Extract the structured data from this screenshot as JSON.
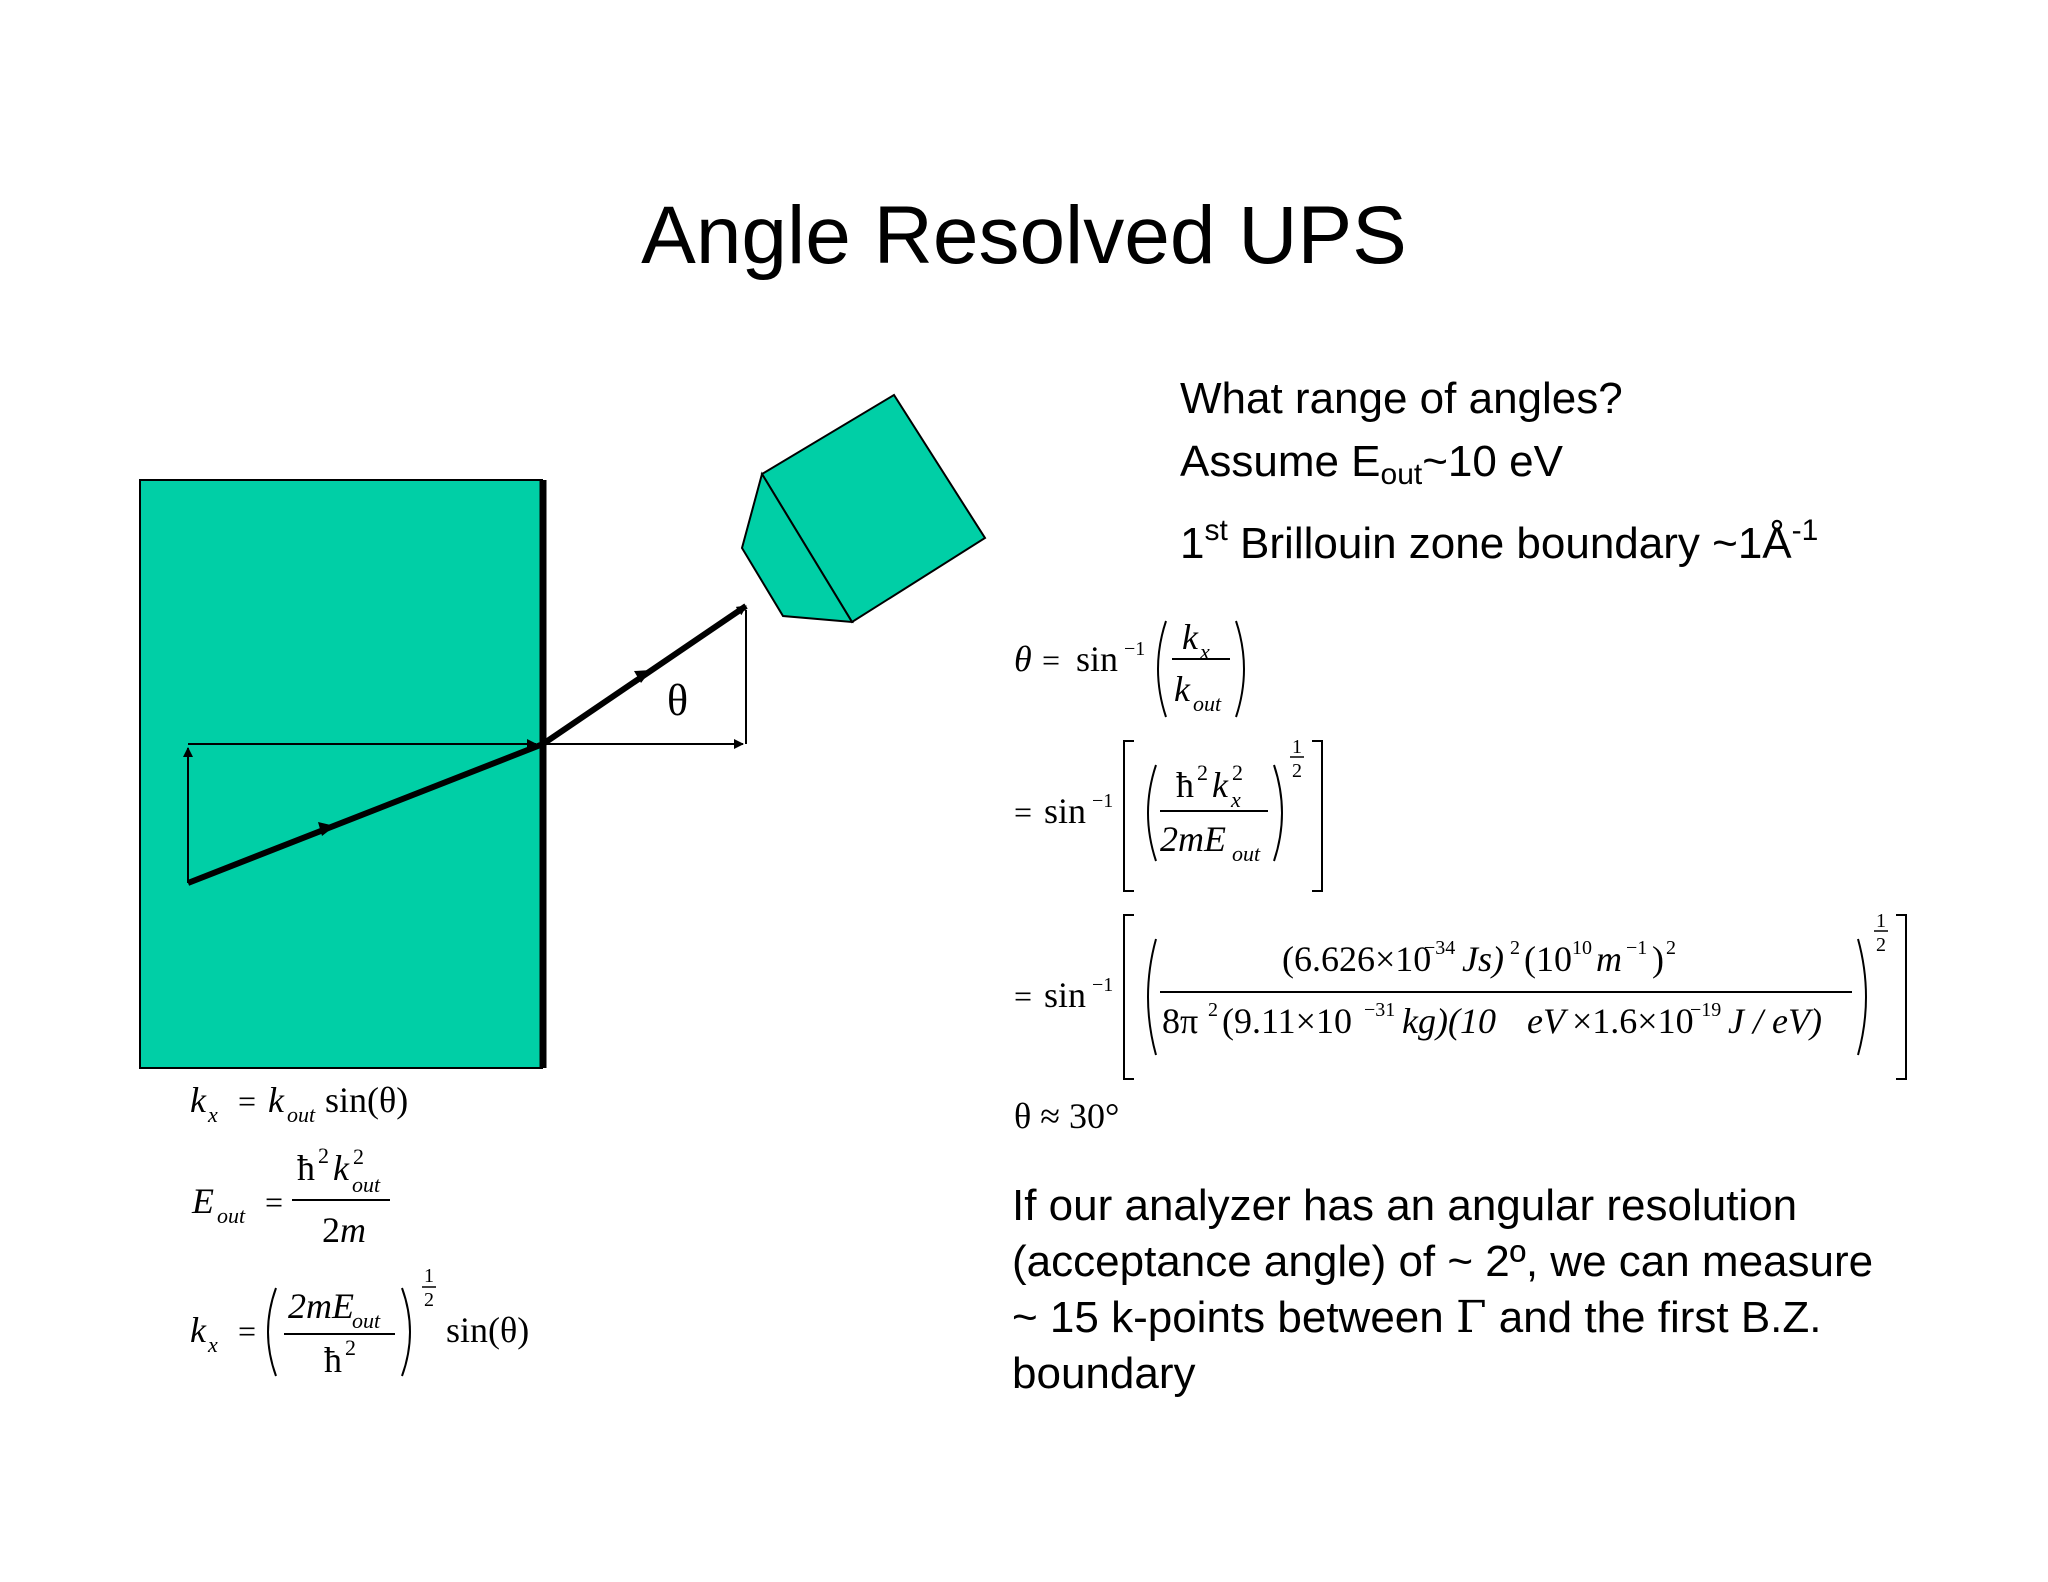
{
  "slide": {
    "title": "Angle Resolved UPS",
    "question": {
      "line1": "What range of angles?",
      "line2_prefix": "Assume E",
      "line2_sub": "out",
      "line2_suffix": "~10 eV",
      "line3_prefix": "1",
      "line3_sup": "st",
      "line3_mid": " Brillouin zone boundary ~1Å",
      "line3_sup2": "-1"
    },
    "diagram": {
      "theta_label": "θ",
      "colors": {
        "fill": "#00cfa6",
        "stroke": "#000000"
      }
    },
    "eq_left": {
      "kx": "k",
      "x": "x",
      "eq": "=",
      "kout": "k",
      "out": "out",
      "sin_theta": "sin(θ)",
      "E": "E",
      "hbar": "ħ",
      "two": "2",
      "m": "m",
      "half_num": "1",
      "half_den": "2",
      "mE": "2mE"
    },
    "eq_right": {
      "theta": "θ",
      "eq": "=",
      "sin": "sin",
      "minus1": "−1",
      "num3": "(6.626×10",
      "exp34": "−34",
      "Js": "Js)",
      "sq": "2",
      "ten": "(10",
      "exp10": "10",
      "m": "m",
      "expm1": "−1",
      "close": ")",
      "den3_a": "8π",
      "den3_b": "(9.11×10",
      "exp31": "−31",
      "kg": "kg)(10",
      "eV": "eV",
      "times16": "×1.6×10",
      "exp19": "−19",
      "JeV": "J / eV)",
      "approx": "θ ≈ 30°"
    },
    "paragraph": {
      "line1": "If our analyzer has an angular resolution",
      "line2": "(acceptance angle) of ~ 2º, we can measure",
      "line3_a": "~ 15 k-points between ",
      "gamma": "Γ",
      "line3_b": " and the first B.Z.",
      "line4": "boundary"
    }
  }
}
